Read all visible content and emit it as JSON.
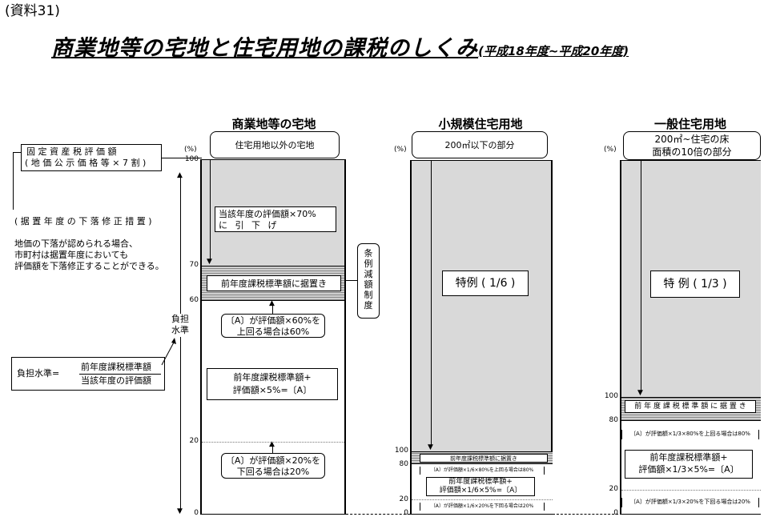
{
  "doc_label": "(資料31)",
  "title": "商業地等の宅地と住宅用地の課税のしくみ",
  "subtitle": "(平成18年度~平成20年度)",
  "left_panel": {
    "valuation_line1": "固 定 資 産 税 評 価 額",
    "valuation_line2": "( 地 価 公 示 価 格 等 × 7 割 )",
    "measure_title": "( 据 置 年 度 の 下 落 修 正 措 置 )",
    "measure_line1": "地価の下落が認められる場合、",
    "measure_line2": "市町村は据置年度においても",
    "measure_line3": "評価額を下落修正することができる。",
    "burden_label": "負担水準=",
    "burden_numerator": "前年度課税標準額",
    "burden_denominator": "当該年度の評価額",
    "vertical_label": "負担水準"
  },
  "columns": {
    "commercial": {
      "header": "商業地等の宅地",
      "scope": "住宅用地以外の宅地",
      "unit": "(%)",
      "ticks": [
        "100",
        "70",
        "60",
        "20",
        "0"
      ],
      "reduction_line1": "当該年度の評価額×70%",
      "reduction_line2": "に  引  下  げ",
      "hold_label": "前年度課税標準額に据置き",
      "cond_upper_line1": "〔A〕が評価額×60%を",
      "cond_upper_line2": "上回る場合は60%",
      "formula_line1": "前年度課税標準額+",
      "formula_line2": "評価額×5%=〔A〕",
      "cond_lower_line1": "〔A〕が評価額×20%を",
      "cond_lower_line2": "下回る場合は20%",
      "side_note": "条例減額制度"
    },
    "small": {
      "header": "小規模住宅用地",
      "scope": "200㎡以下の部分",
      "unit": "(%)",
      "ticks": [
        "100",
        "80",
        "20",
        "0"
      ],
      "special": "特例 ( 1/6 )",
      "hold_label": "前年度課税標準額に据置き",
      "cond_upper": "〔A〕が評価額×1/6×80%を上回る場合は80%",
      "formula_line1": "前年度課税標準額+",
      "formula_line2": "評価額×1/6×5%=〔A〕",
      "cond_lower": "〔A〕が評価額×1/6×20%を下回る場合は20%"
    },
    "general": {
      "header": "一般住宅用地",
      "scope_line1": "200㎡~住宅の床",
      "scope_line2": "面積の10倍の部分",
      "unit": "(%)",
      "ticks": [
        "100",
        "80",
        "20",
        "0"
      ],
      "special": "特 例 ( 1/3 )",
      "hold_label": "前 年 度 課 税 標 準 額 に 据 置 き",
      "cond_upper": "〔A〕が評価額×1/3×80%を上回る場合は80%",
      "formula_line1": "前年度課税標準額+",
      "formula_line2": "評価額×1/3×5%=〔A〕",
      "cond_lower": "〔A〕が評価額×1/3×20%を下回る場合は20%"
    }
  }
}
